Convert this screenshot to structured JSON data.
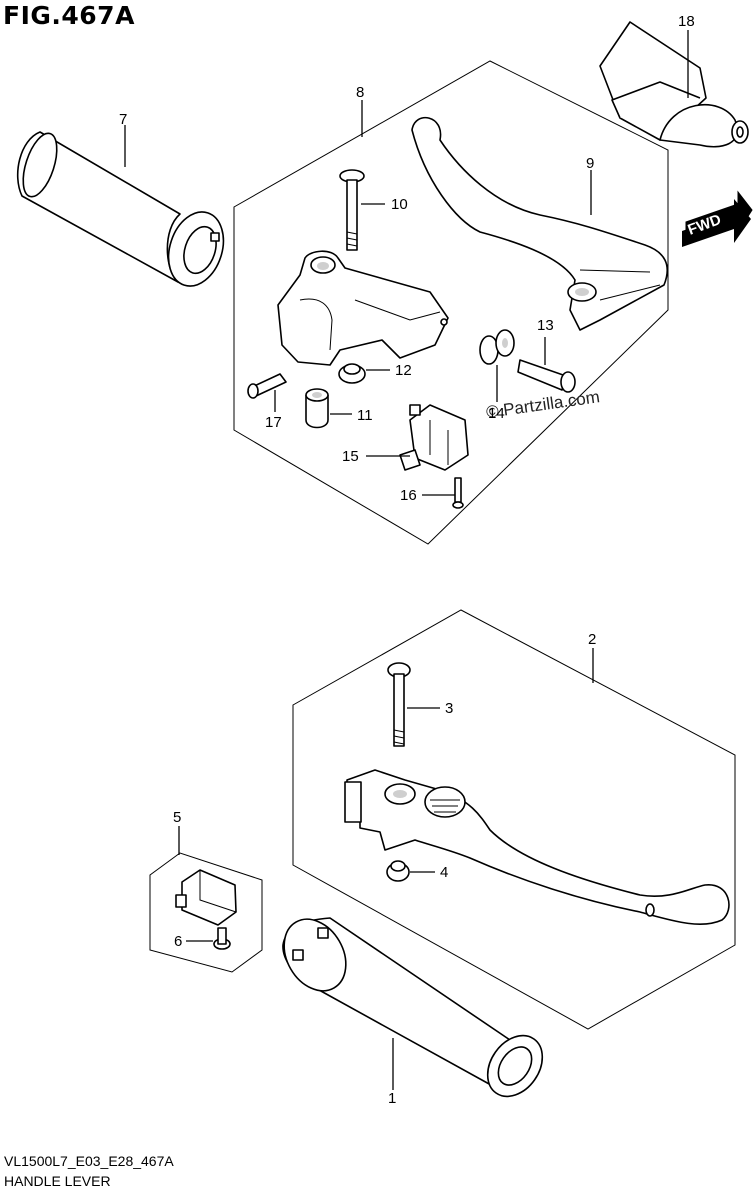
{
  "figure": {
    "title": "FIG.467A",
    "code": "VL1500L7_E03_E28_467A",
    "name": "HANDLE LEVER",
    "watermark": "© Partzilla.com",
    "fwd_label": "FWD"
  },
  "callouts": [
    {
      "id": "c1",
      "label": "1"
    },
    {
      "id": "c2",
      "label": "2"
    },
    {
      "id": "c3",
      "label": "3"
    },
    {
      "id": "c4",
      "label": "4"
    },
    {
      "id": "c5",
      "label": "5"
    },
    {
      "id": "c6",
      "label": "6"
    },
    {
      "id": "c7",
      "label": "7"
    },
    {
      "id": "c8",
      "label": "8"
    },
    {
      "id": "c9",
      "label": "9"
    },
    {
      "id": "c10",
      "label": "10"
    },
    {
      "id": "c11",
      "label": "11"
    },
    {
      "id": "c12",
      "label": "12"
    },
    {
      "id": "c13",
      "label": "13"
    },
    {
      "id": "c14",
      "label": "14"
    },
    {
      "id": "c15",
      "label": "15"
    },
    {
      "id": "c16",
      "label": "16"
    },
    {
      "id": "c17",
      "label": "17"
    },
    {
      "id": "c18",
      "label": "18"
    }
  ]
}
